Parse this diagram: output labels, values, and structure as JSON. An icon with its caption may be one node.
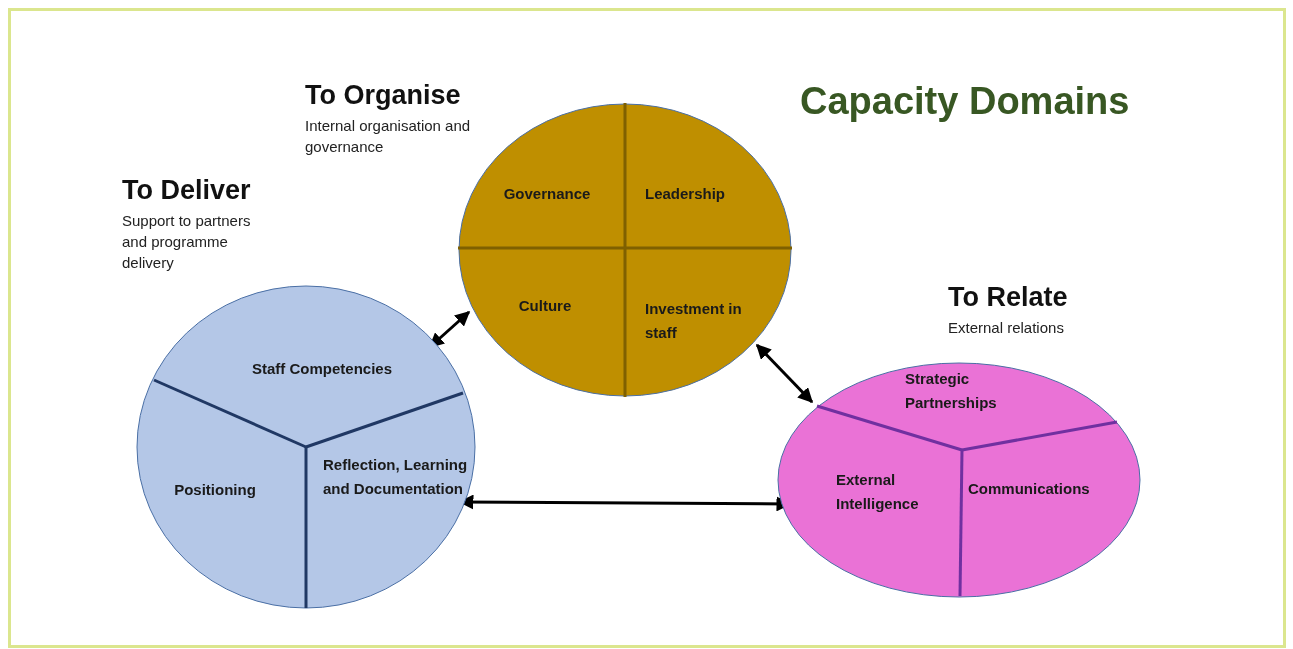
{
  "diagram": {
    "title": "Capacity Domains",
    "nodes": [
      {
        "text": [
          "To Organise",
          "Internal organisation and governance"
        ]
      },
      {
        "text": [
          "Governance"
        ],
        "in": 0
      },
      {
        "text": [
          "Leadership"
        ],
        "in": 0
      },
      {
        "text": [
          "Culture"
        ],
        "in": 0
      },
      {
        "text": [
          "Investment in staff"
        ],
        "in": 0
      },
      {
        "text": [
          "To Deliver",
          "Support to partners and programme delivery"
        ]
      },
      {
        "text": [
          "Staff Competencies"
        ],
        "in": 5
      },
      {
        "text": [
          "Positioning"
        ],
        "in": 5
      },
      {
        "text": [
          "Reflection, Learning and Documentation"
        ],
        "in": 5
      },
      {
        "text": [
          "To Relate",
          "External relations"
        ]
      },
      {
        "text": [
          "Strategic Partnerships"
        ],
        "in": 9
      },
      {
        "text": [
          "External Intelligence"
        ],
        "in": 9
      },
      {
        "text": [
          "Communications"
        ],
        "in": 9
      }
    ],
    "edges": [
      {
        "from": 5,
        "to": 0,
        "arrow": "both"
      },
      {
        "from": 0,
        "to": 9,
        "arrow": "both"
      },
      {
        "from": 5,
        "to": 9,
        "arrow": "both"
      }
    ]
  }
}
